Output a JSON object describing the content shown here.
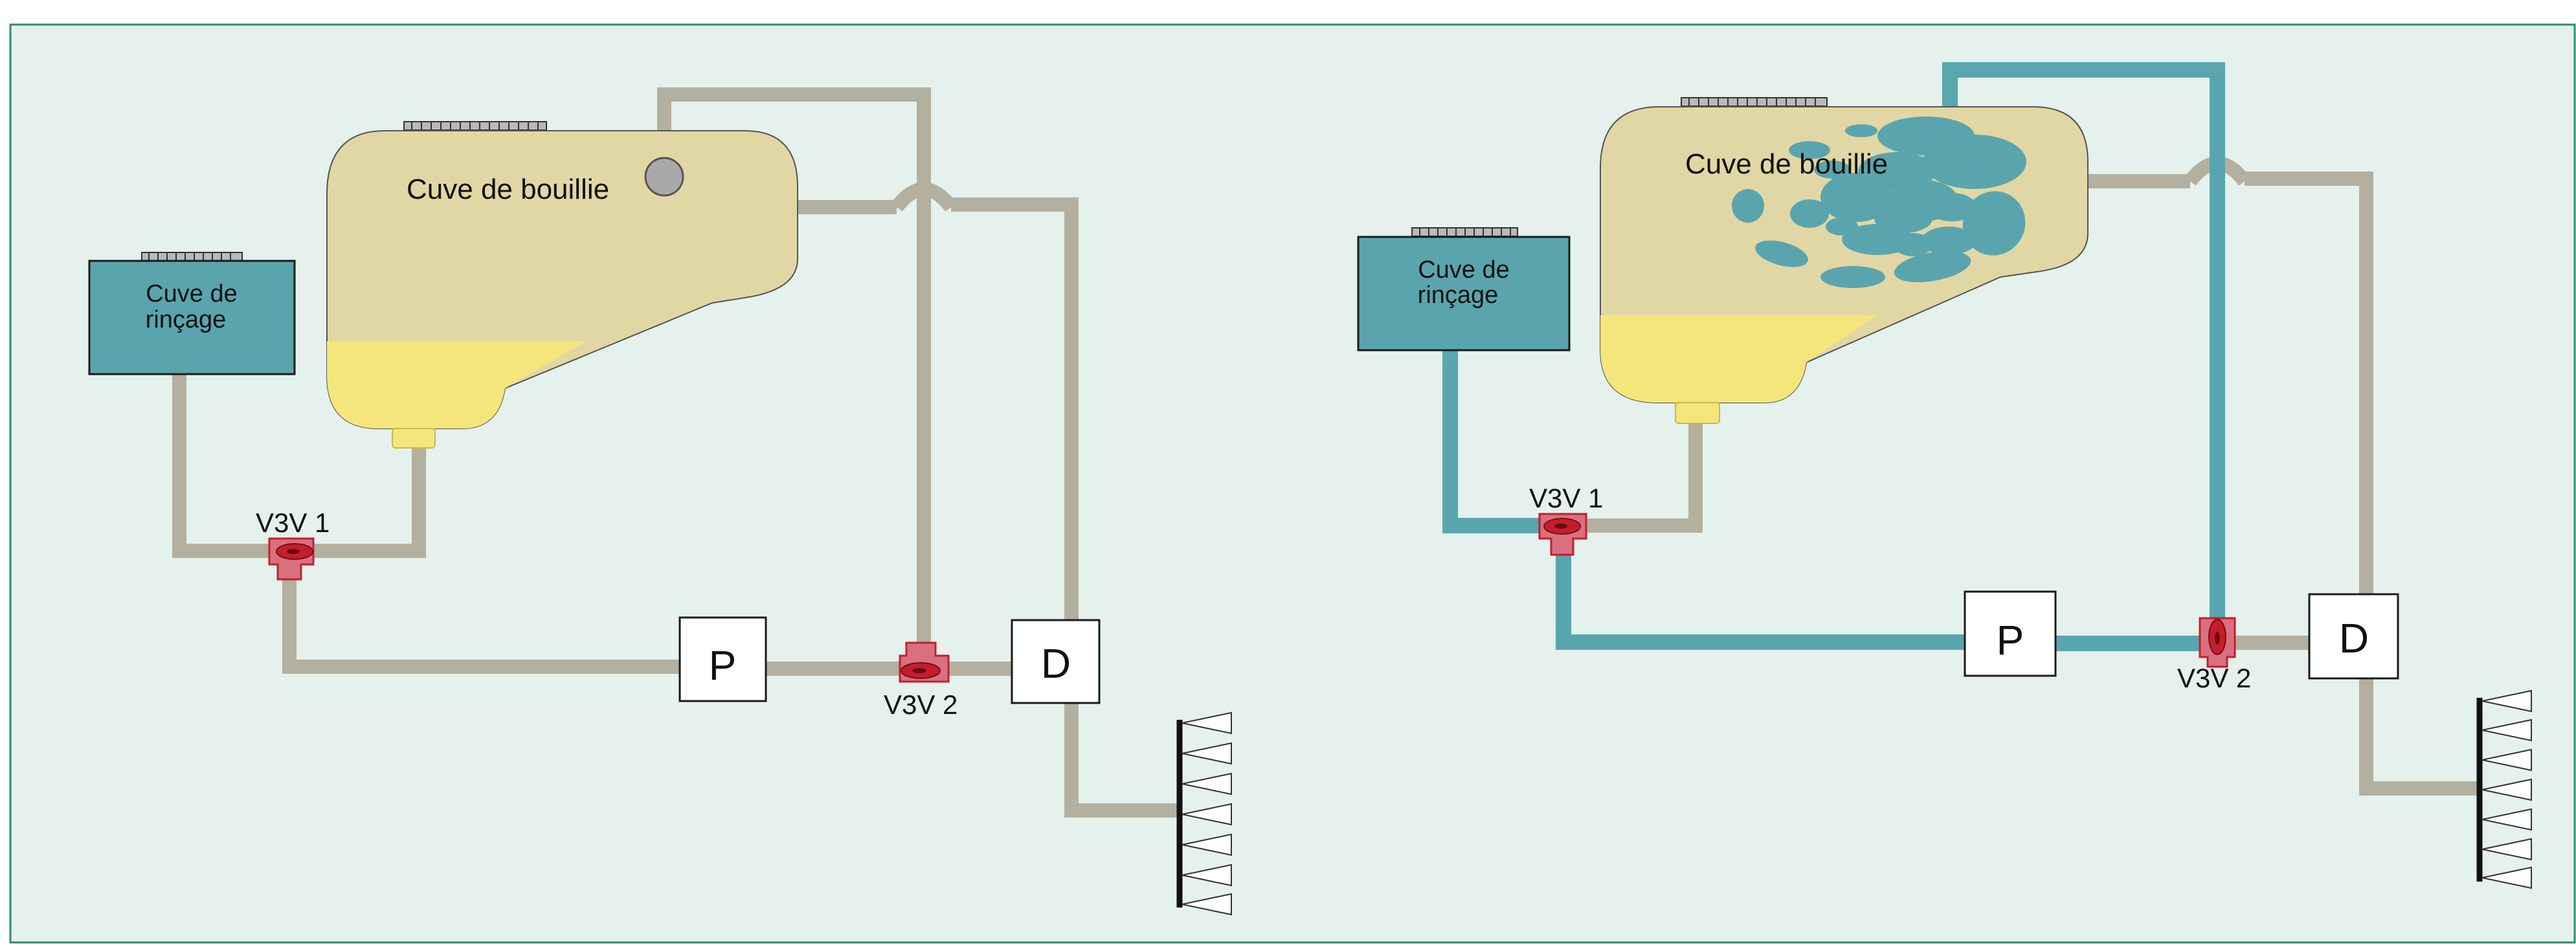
{
  "colors": {
    "background": "#e4f1ec",
    "frame": "#2e8b6c",
    "pipe_idle": "#b3b09f",
    "pipe_rinse": "#59a6ae",
    "tank_body": "#e1d7a4",
    "liquid": "#f4e67a",
    "rinse_tank": "#5aa5ad",
    "valve": "#d9707f",
    "valve_core": "#c41e2c",
    "splash": "#5aa5ad"
  },
  "left_panel": {
    "rinse_tank": {
      "line1": "Cuve de",
      "line2": "rinçage"
    },
    "main_tank_label": "Cuve de bouillie",
    "valve1_label": "V3V  1",
    "valve2_label": "V3V 2",
    "pump_label": "P",
    "distributor_label": "D"
  },
  "right_panel": {
    "rinse_tank": {
      "line1": "Cuve de",
      "line2": "rinçage"
    },
    "main_tank_label": "Cuve de bouillie",
    "valve1_label": "V3V  1",
    "valve2_label": "V3V 2",
    "pump_label": "P",
    "distributor_label": "D"
  }
}
